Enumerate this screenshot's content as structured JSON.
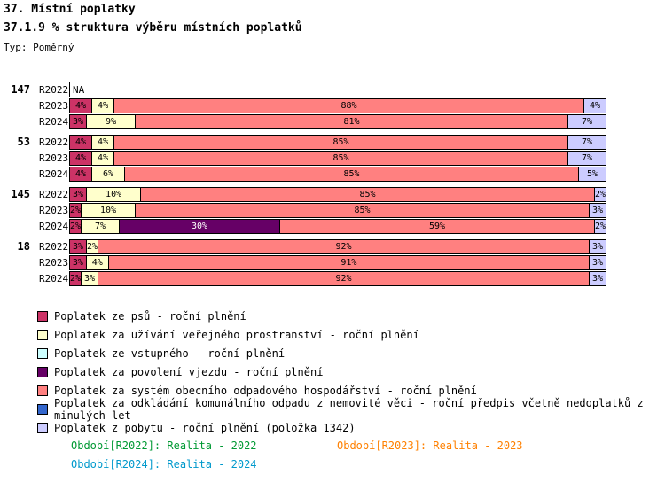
{
  "header": {
    "title": "37. Místní poplatky",
    "subtitle": "37.1.9 % struktura výběru místních poplatků",
    "type_label": "Typ: Poměrný"
  },
  "colors": {
    "psi": "#CC3366",
    "prostranstvi": "#FFFFCC",
    "vstupne": "#CCFFFF",
    "vjezd": "#660066",
    "odpad_system": "#FF8080",
    "odpad_vec": "#3366CC",
    "pobyt": "#CCCCFF"
  },
  "chart_data": {
    "type": "bar",
    "stacked": true,
    "unit": "%",
    "title": "37. Místní poplatky",
    "subtitle": "37.1.9 % struktura výběru místních poplatků",
    "na_label": "NA",
    "xlim": [
      0,
      100
    ],
    "groups": [
      {
        "label": "147",
        "rows": [
          {
            "period": "R2022",
            "na": true,
            "segments": []
          },
          {
            "period": "R2023",
            "segments": [
              [
                "psi",
                4
              ],
              [
                "prostranstvi",
                4
              ],
              [
                "odpad_system",
                88
              ],
              [
                "pobyt",
                4
              ]
            ]
          },
          {
            "period": "R2024",
            "segments": [
              [
                "psi",
                3
              ],
              [
                "prostranstvi",
                9
              ],
              [
                "odpad_system",
                81
              ],
              [
                "pobyt",
                7
              ]
            ]
          }
        ]
      },
      {
        "label": "53",
        "rows": [
          {
            "period": "R2022",
            "segments": [
              [
                "psi",
                4
              ],
              [
                "prostranstvi",
                4
              ],
              [
                "odpad_system",
                85
              ],
              [
                "pobyt",
                7
              ]
            ]
          },
          {
            "period": "R2023",
            "segments": [
              [
                "psi",
                4
              ],
              [
                "prostranstvi",
                4
              ],
              [
                "odpad_system",
                85
              ],
              [
                "pobyt",
                7
              ]
            ]
          },
          {
            "period": "R2024",
            "segments": [
              [
                "psi",
                4
              ],
              [
                "prostranstvi",
                6
              ],
              [
                "odpad_system",
                85
              ],
              [
                "pobyt",
                5
              ]
            ]
          }
        ]
      },
      {
        "label": "145",
        "rows": [
          {
            "period": "R2022",
            "segments": [
              [
                "psi",
                3
              ],
              [
                "prostranstvi",
                10
              ],
              [
                "odpad_system",
                85
              ],
              [
                "pobyt",
                2
              ]
            ]
          },
          {
            "period": "R2023",
            "segments": [
              [
                "psi",
                2
              ],
              [
                "prostranstvi",
                10
              ],
              [
                "odpad_system",
                85
              ],
              [
                "pobyt",
                3
              ]
            ]
          },
          {
            "period": "R2024",
            "segments": [
              [
                "psi",
                2
              ],
              [
                "prostranstvi",
                7
              ],
              [
                "vjezd",
                30
              ],
              [
                "odpad_system",
                59
              ],
              [
                "pobyt",
                2
              ]
            ]
          }
        ]
      },
      {
        "label": "18",
        "rows": [
          {
            "period": "R2022",
            "segments": [
              [
                "psi",
                3
              ],
              [
                "prostranstvi",
                2
              ],
              [
                "odpad_system",
                92
              ],
              [
                "pobyt",
                3
              ]
            ]
          },
          {
            "period": "R2023",
            "segments": [
              [
                "psi",
                3
              ],
              [
                "prostranstvi",
                4
              ],
              [
                "odpad_system",
                91
              ],
              [
                "pobyt",
                3
              ]
            ]
          },
          {
            "period": "R2024",
            "segments": [
              [
                "psi",
                2
              ],
              [
                "prostranstvi",
                3
              ],
              [
                "odpad_system",
                92
              ],
              [
                "pobyt",
                3
              ]
            ]
          }
        ]
      }
    ],
    "legend": [
      {
        "key": "psi",
        "label": "Poplatek ze psů - roční plnění"
      },
      {
        "key": "prostranstvi",
        "label": "Poplatek za užívání veřejného prostranství - roční plnění"
      },
      {
        "key": "vstupne",
        "label": "Poplatek ze vstupného - roční plnění"
      },
      {
        "key": "vjezd",
        "label": "Poplatek za povolení vjezdu - roční plnění"
      },
      {
        "key": "odpad_system",
        "label": "Poplatek za systém obecního odpadového hospodářství - roční plnění"
      },
      {
        "key": "odpad_vec",
        "label": "Poplatek za odkládání komunálního odpadu z nemovité věci - roční předpis včetně nedoplatků z minulých let"
      },
      {
        "key": "pobyt",
        "label": "Poplatek z pobytu - roční plnění (položka 1342)"
      }
    ]
  },
  "footer": {
    "periods": [
      {
        "label": "Období[R2022]: Realita - 2022",
        "color": "#009933"
      },
      {
        "label": "Období[R2023]: Realita - 2023",
        "color": "#FF8000"
      },
      {
        "label": "Období[R2024]: Realita - 2024",
        "color": "#0099CC"
      }
    ]
  }
}
